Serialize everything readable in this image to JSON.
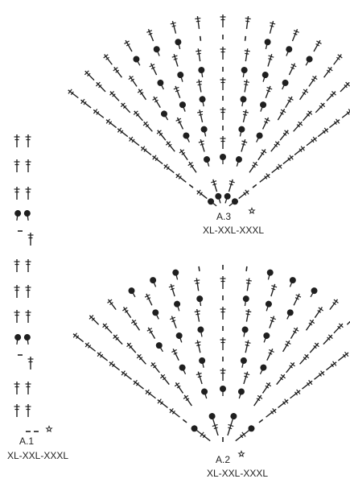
{
  "colors": {
    "ink": "#1f1f1f",
    "background": "#ffffff"
  },
  "symbols": {
    "stitch_tall": "treble-crochet-symbol",
    "stitch_dot": "bobble-dot-symbol",
    "stitch_dash": "chain-dash-symbol",
    "start_marker": "start-star-icon"
  },
  "diagrams": [
    {
      "id": "A.1",
      "label": "A.1",
      "sizes": "XL-XXL-XXXL"
    },
    {
      "id": "A.2",
      "label": "A.2",
      "sizes": "XL-XXL-XXXL"
    },
    {
      "id": "A.3",
      "label": "A.3",
      "sizes": "XL-XXL-XXXL"
    }
  ]
}
